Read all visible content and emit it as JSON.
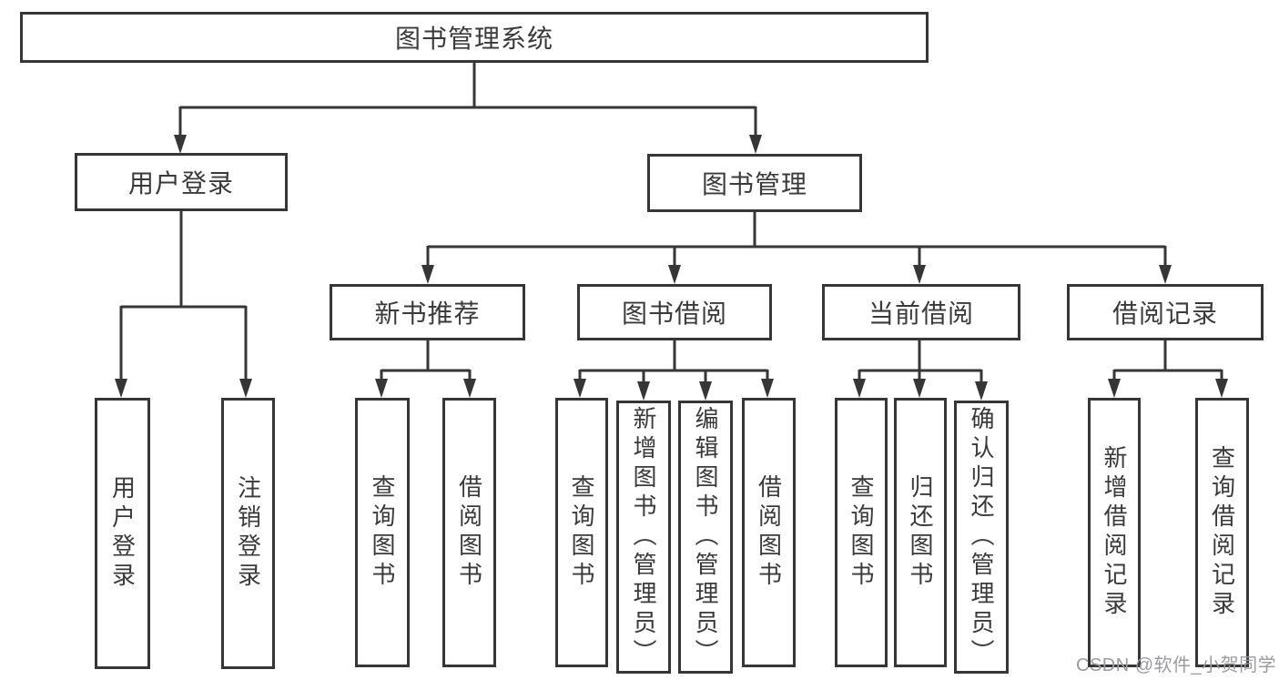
{
  "diagram_title": "图书管理系统",
  "nodes": {
    "root": {
      "label": "图书管理系统"
    },
    "user_login": {
      "label": "用户登录"
    },
    "book_mgmt": {
      "label": "图书管理"
    },
    "new_book_rec": {
      "label": "新书推荐"
    },
    "book_borrow": {
      "label": "图书借阅"
    },
    "current_borrow": {
      "label": "当前借阅"
    },
    "borrow_records": {
      "label": "借阅记录"
    },
    "leaf_user_login": {
      "label": "用户登录"
    },
    "leaf_logout": {
      "label": "注销登录"
    },
    "leaf_query_books_rec": {
      "label": "查询图书"
    },
    "leaf_borrow_books_rec": {
      "label": "借阅图书"
    },
    "leaf_query_books_borrow": {
      "label": "查询图书"
    },
    "leaf_add_book": {
      "label": "新增图书（管理员）"
    },
    "leaf_edit_book": {
      "label": "编辑图书（管理员）"
    },
    "leaf_borrow_books_borrow": {
      "label": "借阅图书"
    },
    "leaf_query_books_current": {
      "label": "查询图书"
    },
    "leaf_return_book": {
      "label": "归还图书"
    },
    "leaf_confirm_return": {
      "label": "确认归还（管理员）"
    },
    "leaf_add_borrow_record": {
      "label": "新增借阅记录"
    },
    "leaf_query_borrow_record": {
      "label": "查询借阅记录"
    }
  },
  "edges": [
    [
      "root",
      "user_login"
    ],
    [
      "root",
      "book_mgmt"
    ],
    [
      "user_login",
      "leaf_user_login"
    ],
    [
      "user_login",
      "leaf_logout"
    ],
    [
      "book_mgmt",
      "new_book_rec"
    ],
    [
      "book_mgmt",
      "book_borrow"
    ],
    [
      "book_mgmt",
      "current_borrow"
    ],
    [
      "book_mgmt",
      "borrow_records"
    ],
    [
      "new_book_rec",
      "leaf_query_books_rec"
    ],
    [
      "new_book_rec",
      "leaf_borrow_books_rec"
    ],
    [
      "book_borrow",
      "leaf_query_books_borrow"
    ],
    [
      "book_borrow",
      "leaf_add_book"
    ],
    [
      "book_borrow",
      "leaf_edit_book"
    ],
    [
      "book_borrow",
      "leaf_borrow_books_borrow"
    ],
    [
      "current_borrow",
      "leaf_query_books_current"
    ],
    [
      "current_borrow",
      "leaf_return_book"
    ],
    [
      "current_borrow",
      "leaf_confirm_return"
    ],
    [
      "borrow_records",
      "leaf_add_borrow_record"
    ],
    [
      "borrow_records",
      "leaf_query_borrow_record"
    ]
  ],
  "watermark": {
    "text": "CSDN @软件_小贺同学"
  },
  "colors": {
    "line": "#363636",
    "box_background": "#ffffff",
    "text": "#3a3a3a",
    "watermark": "#9b9b9f"
  }
}
